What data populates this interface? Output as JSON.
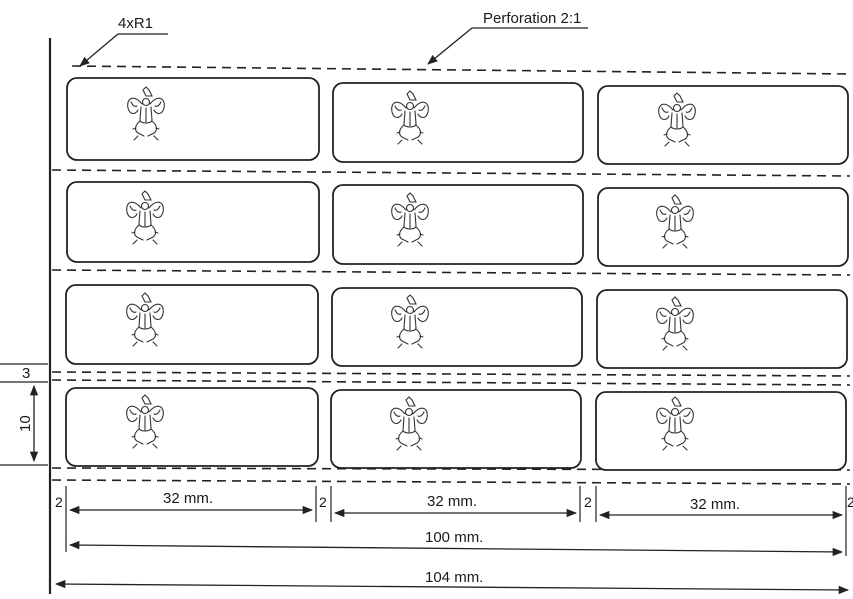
{
  "annotations": {
    "corner_radius": "4xR1",
    "perforation": "Perforation 2:1"
  },
  "dimensions": {
    "label_width": "32 mm.",
    "gap": "2",
    "inner_width": "100 mm.",
    "total_width": "104 mm.",
    "row_gap": "3",
    "label_height": "10"
  },
  "sheet": {
    "rows": 4,
    "columns": 3,
    "emblem": "garuda-emblem-icon"
  }
}
